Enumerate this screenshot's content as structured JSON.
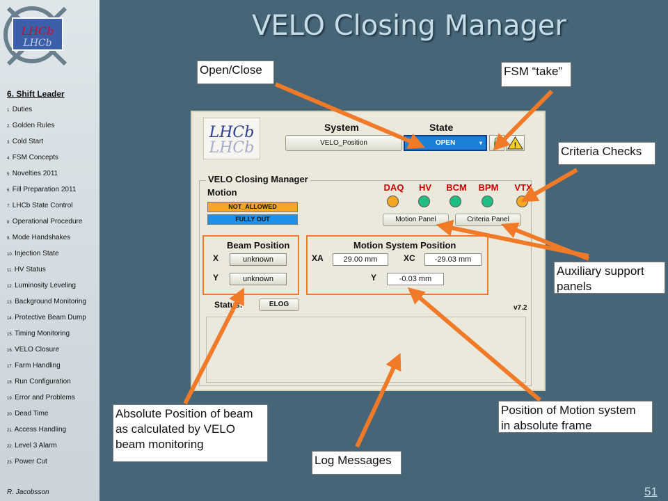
{
  "slide": {
    "title": "VELO Closing Manager",
    "page_number": "51",
    "author": "R. Jacobsson"
  },
  "sidebar": {
    "section": "6. Shift Leader",
    "items": [
      {
        "num": "1.",
        "label": "Duties"
      },
      {
        "num": "2.",
        "label": "Golden Rules"
      },
      {
        "num": "3.",
        "label": "Cold Start"
      },
      {
        "num": "4.",
        "label": "FSM Concepts"
      },
      {
        "num": "5.",
        "label": "Novelties 2011"
      },
      {
        "num": "6.",
        "label": "Fill Preparation 2011"
      },
      {
        "num": "7.",
        "label": "LHCb State Control"
      },
      {
        "num": "8.",
        "label": "Operational Procedure"
      },
      {
        "num": "9.",
        "label": "Mode Handshakes"
      },
      {
        "num": "10.",
        "label": "Injection State"
      },
      {
        "num": "11.",
        "label": "HV Status"
      },
      {
        "num": "12.",
        "label": "Luminosity Leveling"
      },
      {
        "num": "13.",
        "label": "Background Monitoring"
      },
      {
        "num": "14.",
        "label": "Protective Beam Dump"
      },
      {
        "num": "15.",
        "label": "Timing Monitoring"
      },
      {
        "num": "16.",
        "label": "VELO Closure"
      },
      {
        "num": "17.",
        "label": "Farm Handling"
      },
      {
        "num": "18.",
        "label": "Run Configuration"
      },
      {
        "num": "19.",
        "label": "Error and Problems"
      },
      {
        "num": "20.",
        "label": "Dead Time"
      },
      {
        "num": "21.",
        "label": "Access Handling"
      },
      {
        "num": "22.",
        "label": "Level 3 Alarm"
      },
      {
        "num": "23.",
        "label": "Power Cut"
      }
    ]
  },
  "callouts": {
    "open_close": "Open/Close",
    "fsm_take": "FSM “take”",
    "criteria_checks": "Criteria Checks",
    "aux_panels": [
      "Auxiliary support",
      "panels"
    ],
    "motion_position": [
      "Position of Motion system",
      "in absolute frame"
    ],
    "absolute_beam": [
      "Absolute Position of beam",
      "as calculated by VELO",
      "beam monitoring"
    ],
    "log_messages": "Log Messages"
  },
  "panel": {
    "logo_text": "LHCb",
    "system_label": "System",
    "state_label": "State",
    "system_value": "VELO_Position",
    "state_value": "OPEN",
    "group_title": "VELO Closing Manager",
    "motion_label": "Motion",
    "not_allowed": "NOT_ALLOWED",
    "fully_out": "FULLY OUT",
    "indicators": [
      {
        "label": "DAQ",
        "color": "#f5a623"
      },
      {
        "label": "HV",
        "color": "#1fbf84"
      },
      {
        "label": "BCM",
        "color": "#1fbf84"
      },
      {
        "label": "BPM",
        "color": "#1fbf84"
      },
      {
        "label": "VTX",
        "color": "#f5a623"
      }
    ],
    "motion_panel_button": "Motion Panel",
    "criteria_panel_button": "Criteria Panel",
    "beam_position_label": "Beam Position",
    "beam_x_label": "X",
    "beam_y_label": "Y",
    "beam_x_value": "unknown",
    "beam_y_value": "unknown",
    "motion_system_label": "Motion System Position",
    "xa_label": "XA",
    "xa_value": "29.00 mm",
    "xc_label": "XC",
    "xc_value": "-29.03 mm",
    "y_label": "Y",
    "y_value": "-0.03 mm",
    "status_label": "Status:",
    "elog_button": "ELOG",
    "version": "v7.2"
  },
  "colors": {
    "background": "#466577",
    "title": "#c6dde8",
    "accent": "#f07a28",
    "not_allowed": "#f5a623",
    "fully_out": "#1f8fe8"
  }
}
